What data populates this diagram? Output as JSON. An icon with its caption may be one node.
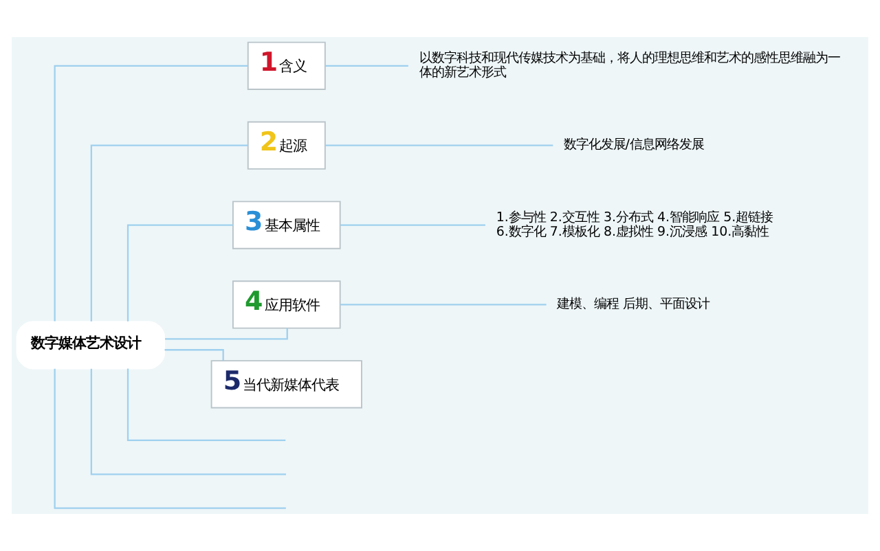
{
  "diagram": {
    "nodes": [
      {
        "text": [
          "数字媒体艺术设计"
        ]
      },
      {
        "text": [
          "1",
          "含义"
        ]
      },
      {
        "text": [
          "以数字科技和现代传媒技术为基础，将人的理想思维和艺术的感性思维融为一体的新艺术形式"
        ]
      },
      {
        "text": [
          "2",
          "起源"
        ]
      },
      {
        "text": [
          "数字化发展/信息网络发展"
        ]
      },
      {
        "text": [
          "3",
          "基本属性"
        ]
      },
      {
        "text": [
          "1.参与性 2.交互性 3.分布式 4.智能响应 5.超链接 6.数字化 7.模板化 8.虚拟性 9.沉浸感 10.高黏性"
        ]
      },
      {
        "text": [
          "4",
          "应用软件"
        ]
      },
      {
        "text": [
          "建模、编程 后期、平面设计"
        ]
      },
      {
        "text": [
          "5",
          "当代新媒体代表"
        ]
      }
    ],
    "edges": [
      {
        "from": 0,
        "to": 1,
        "arrow": "none"
      },
      {
        "from": 1,
        "to": 2,
        "arrow": "none"
      },
      {
        "from": 0,
        "to": 3,
        "arrow": "none"
      },
      {
        "from": 3,
        "to": 4,
        "arrow": "none"
      },
      {
        "from": 0,
        "to": 5,
        "arrow": "none"
      },
      {
        "from": 5,
        "to": 6,
        "arrow": "none"
      },
      {
        "from": 0,
        "to": 7,
        "arrow": "none"
      },
      {
        "from": 7,
        "to": 8,
        "arrow": "none"
      },
      {
        "from": 0,
        "to": 9,
        "arrow": "none"
      },
      {
        "from": 0,
        "to": null,
        "arrow": "none"
      },
      {
        "from": 0,
        "to": null,
        "arrow": "none"
      },
      {
        "from": 0,
        "to": null,
        "arrow": "none"
      }
    ]
  }
}
